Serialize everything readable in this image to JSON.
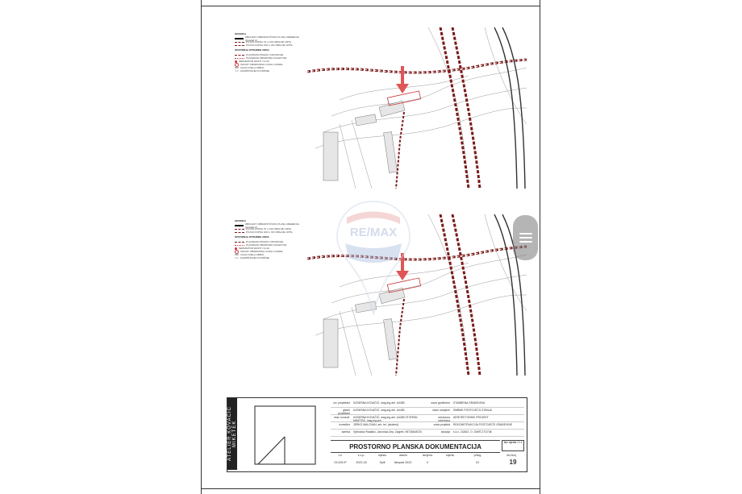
{
  "drawings": [
    {
      "legend": {
        "title": "GRANICA",
        "items": [
          "OBUHVAT URBANISTIČKOG PLANA UREĐENJA (Izvadak iz)",
          "POJAS KOPNA 70 m OD OBALNE CRTE",
          "POJAS KOPNA 100 m OD OBALNE CRTE"
        ],
        "section2": "ODVODNJA OTPADNIH VODA",
        "items2": [
          "PLANIRANI PRAVAC ODVODNJE",
          "PLANIRANI OBORINSKI KOLEKTOR",
          "SEPARATOR MASTI I ULJA",
          "ISPUST OBORINSKIH VODA U MORE",
          "UGAO DJELA OBRIO",
          "ZAKRŠTAVNE POVRŠINE"
        ]
      }
    },
    {
      "legend": {
        "title": "GRANICA",
        "items": [
          "OBUHVAT URBANISTIČKOG PLANA UREĐENJA (Izvadak iz)",
          "POJAS KOPNA 70 m OD OBALNE CRTE",
          "POJAS KOPNA 100 m OD OBALNE CRTE"
        ],
        "section2": "ODVODNJA OTPADNIH VODA",
        "items2": [
          "PLANIRANI PRAVAC ODVODNJE",
          "PLANIRANI OBORINSKI KOLEKTOR",
          "SEPARATOR MASTI I ULJA",
          "ISPUST OBORINSKIH VODA U MORE",
          "UGAO DJELA OBRIO",
          "ZAKRŠTAVNE POVRŠINE"
        ]
      }
    }
  ],
  "watermark": "RE/MAX",
  "titleblock": {
    "logo_text": "ATELIER KOVAČIĆ MIKETEK",
    "rows": [
      {
        "label": "izv. projektant",
        "value": "KATARINA KOVAČIĆ, mag.ing.arh. A4455",
        "label2": "naziv građevine",
        "value2": "STAMBENA GRAĐEVINA"
      },
      {
        "label": "glavni projektant",
        "value": "KATARINA KOVAČIĆ, mag.ing.arh. A4455",
        "label2": "naziv namjene",
        "value2": "SMBMK POSTOJEĆG STANJA"
      },
      {
        "label": "stud. konzult.",
        "value": "KATARINA KOVAČIĆ, mag.ing.arh. A4455 STJEPAN MIKETEK, mag.ing.arh.",
        "label2": "strukovna odrednica",
        "value2": "ARHITEKTONSKI PROJEKT"
      },
      {
        "label": "investitor",
        "value": "JERKO MALOVAN, arh. tel. (student)",
        "label2": "vrsta projekta",
        "value2": "REKONSTRUKCIJA POSTOJEĆE GRAĐEVINE"
      },
      {
        "label": "adresa",
        "value": "Vjekoslav Radakić, Jarunska 2ba, Zagreb, 96736648720",
        "label2": "lokacija",
        "value2": "k.č.c. 2326/2, O. OMIŠ 27/2738"
      }
    ],
    "title": "PROSTORNO PLANSKA DOKUMENTACIJA",
    "scale": "bez mjerila / 1:1",
    "meta_headers": [
      "t.d.",
      "z.o.p.",
      "mjesto",
      "datum",
      "izmjena",
      "mjerilo",
      "prilog",
      "list broj"
    ],
    "meta_values": [
      "23-026 IP",
      "2023-26",
      "Split",
      "listopad 2023.",
      "0",
      "",
      "C2",
      "19"
    ]
  },
  "colors": {
    "route": "#7a1a1a",
    "arrow": "#e05555",
    "highlight": "#c33"
  },
  "icons": [
    "menu-handle-icon",
    "north-arrow-icon"
  ]
}
